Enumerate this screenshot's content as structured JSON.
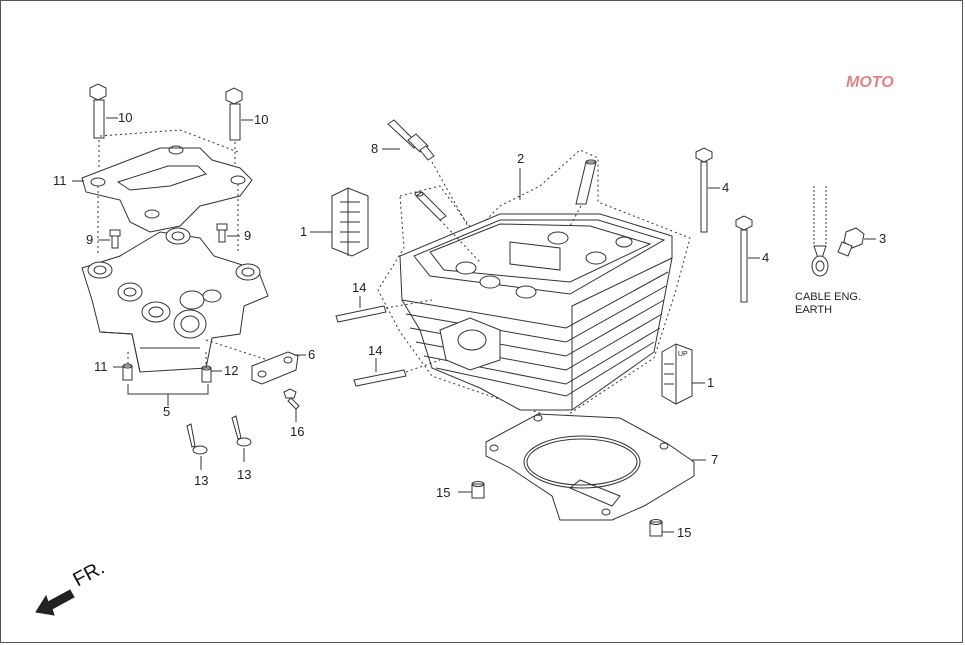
{
  "callouts": [
    {
      "id": "c1a",
      "text": "1"
    },
    {
      "id": "c1b",
      "text": "1"
    },
    {
      "id": "c2",
      "text": "2"
    },
    {
      "id": "c3",
      "text": "3"
    },
    {
      "id": "c4a",
      "text": "4"
    },
    {
      "id": "c4b",
      "text": "4"
    },
    {
      "id": "c5",
      "text": "5"
    },
    {
      "id": "c6",
      "text": "6"
    },
    {
      "id": "c7",
      "text": "7"
    },
    {
      "id": "c8",
      "text": "8"
    },
    {
      "id": "c9a",
      "text": "9"
    },
    {
      "id": "c9b",
      "text": "9"
    },
    {
      "id": "c10a",
      "text": "10"
    },
    {
      "id": "c10b",
      "text": "10"
    },
    {
      "id": "c11a",
      "text": "11"
    },
    {
      "id": "c11b",
      "text": "11"
    },
    {
      "id": "c12",
      "text": "12"
    },
    {
      "id": "c13a",
      "text": "13"
    },
    {
      "id": "c13b",
      "text": "13"
    },
    {
      "id": "c14a",
      "text": "14"
    },
    {
      "id": "c14b",
      "text": "14"
    },
    {
      "id": "c15a",
      "text": "15"
    },
    {
      "id": "c15b",
      "text": "15"
    },
    {
      "id": "c16",
      "text": "16"
    }
  ],
  "cable_label": {
    "line1": "CABLE ENG.",
    "line2": "EARTH"
  },
  "direction_label": "FR.",
  "gauge_label": "UP",
  "watermark": "MOTO",
  "colors": {
    "line": "#333333",
    "watermark": "#c0202a",
    "border": "#555555"
  }
}
